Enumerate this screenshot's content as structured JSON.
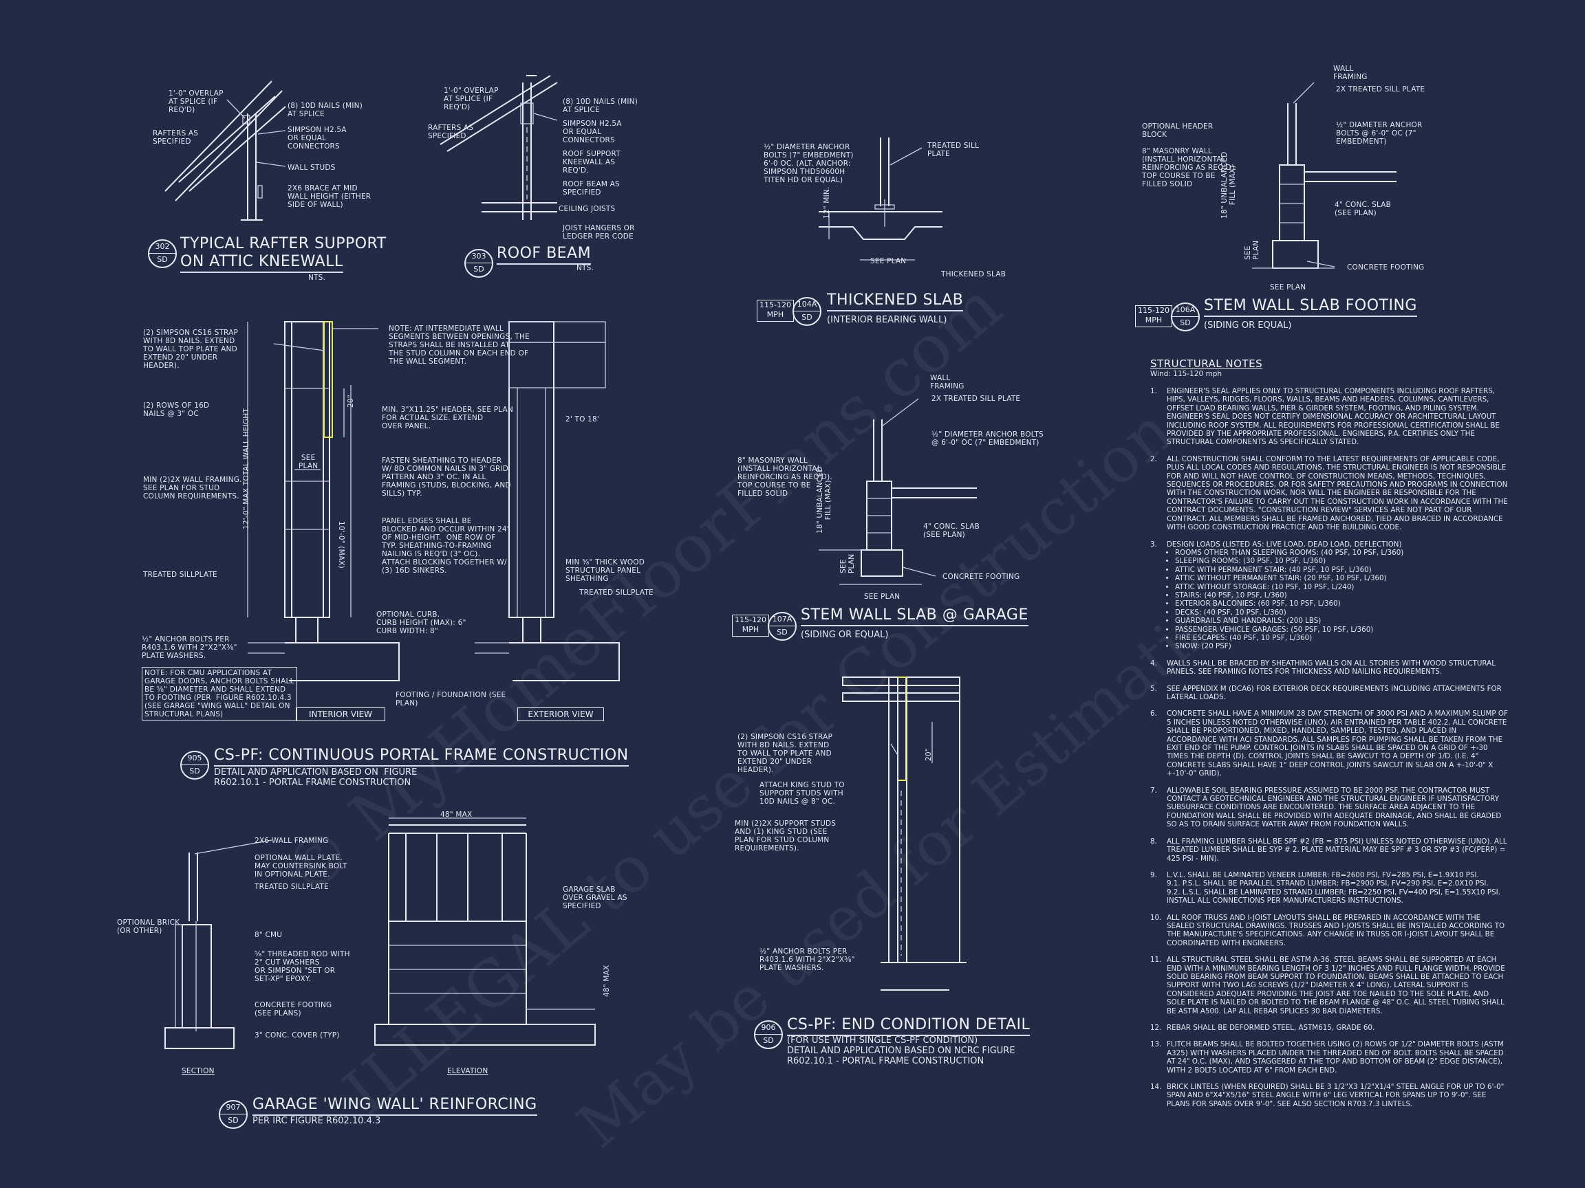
{
  "watermark": {
    "line1": "© MyHomeFloorPlans.com",
    "line2": "ILLEGAL to use for Construction",
    "line3": "May be used for Estimating"
  },
  "d302": {
    "sheet": "302",
    "sub": "SD",
    "title_1": "TYPICAL RAFTER SUPPORT",
    "title_2": "ON ATTIC KNEEWALL",
    "scale": "NTS.",
    "labels": [
      "1'-0\" OVERLAP\nAT SPLICE (IF\nREQ'D)",
      "RAFTERS AS\nSPECIFIED",
      "(8) 10d NAILS (MIN)\nAT SPLICE",
      "SIMPSON H2.5A\nOR EQUAL\nCONNECTORS",
      "WALL STUDS",
      "2x6 BRACE AT MID\nWALL HEIGHT (EITHER\nSIDE OF WALL)"
    ]
  },
  "d303": {
    "sheet": "303",
    "sub": "SD",
    "title": "ROOF BEAM",
    "scale": "NTS.",
    "labels": [
      "1'-0\" OVERLAP\nAT SPLICE (IF\nREQ'D)",
      "RAFTERS AS\nSPECIFIED",
      "(8) 10d NAILS (MIN)\nAT SPLICE",
      "SIMPSON H2.5A\nOR EQUAL\nCONNECTORS",
      "ROOF SUPPORT\nKNEEWALL AS\nREQ'D.",
      "ROOF BEAM AS\nSPECIFIED",
      "CEILING JOISTS",
      "JOIST HANGERS OR\nLEDGER PER CODE"
    ]
  },
  "d104a": {
    "wind": "115-120\nMPH",
    "sheet": "104A",
    "sub": "SD",
    "title": "THICKENED SLAB",
    "subtitle": "(INTERIOR BEARING WALL)",
    "labels": [
      "½\" DIAMETER ANCHOR\nBOLTS (7\" EMBEDMENT)\n6'-0 OC. (ALT. ANCHOR:\nSIMPSON THD50600H\nTITEN HD OR EQUAL)",
      "TREATED SILL\nPLATE",
      "SEE PLAN",
      "THICKENED SLAB",
      "12\" MIN."
    ]
  },
  "d106a": {
    "wind": "115-120\nMPH",
    "sheet": "106A",
    "sub": "SD",
    "title": "STEM WALL SLAB FOOTING",
    "subtitle": "(SIDING OR EQUAL)",
    "labels": [
      "WALL\nFRAMING",
      "2x TREATED SILL PLATE",
      "OPTIONAL HEADER\nBLOCK",
      "½\" DIAMETER ANCHOR\nBOLTS @ 6'-0\" OC (7\"\nEMBEDMENT)",
      "8\" MASONRY WALL\n(INSTALL HORIZONTAL\nREINFORCING AS REQ'D).\nTOP COURSE TO BE\nFILLED SOLID",
      "4\" CONC. SLAB\n(SEE PLAN)",
      "CONCRETE FOOTING",
      "SEE PLAN",
      "18\" UNBALANCED\nFILL (MAX)",
      "SEE\nPLAN"
    ]
  },
  "d107a": {
    "wind": "115-120\nMPH",
    "sheet": "107A",
    "sub": "SD",
    "title": "STEM WALL SLAB @ GARAGE",
    "subtitle": "(SIDING OR EQUAL)",
    "labels": [
      "WALL\nFRAMING",
      "2x TREATED SILL PLATE",
      "½\" DIAMETER ANCHOR BOLTS\n@ 6'-0\" OC (7\" EMBEDMENT)",
      "8\" MASONRY WALL\n(INSTALL HORIZONTAL\nREINFORCING AS REQ'D).\nTOP COURSE TO BE\nFILLED SOLID",
      "4\" CONC. SLAB\n(SEE PLAN)",
      "CONCRETE FOOTING",
      "SEE PLAN",
      "18\" UNBALANCED\nFILL (MAX)",
      "SEE\nPLAN"
    ]
  },
  "d905": {
    "sheet": "905",
    "sub": "SD",
    "title": "CS-PF: CONTINUOUS PORTAL FRAME CONSTRUCTION",
    "sub_1": "DETAIL AND APPLICATION BASED ON  FIGURE",
    "sub_2": "R602.10.1 - PORTAL FRAME CONSTRUCTION",
    "view_interior": "INTERIOR VIEW",
    "view_exterior": "EXTERIOR VIEW",
    "labels": [
      "(2) SIMPSON CS16 STRAP\nWITH 8d NAILS. EXTEND\nTO WALL TOP PLATE AND\nEXTEND 20\" UNDER\nHEADER).",
      "NOTE: AT INTERMEDIATE WALL\nSEGMENTS BETWEEN OPENINGS, THE\nSTRAPS SHALL BE INSTALLED AT\nTHE STUD COLUMN ON EACH END OF\nTHE WALL SEGMENT.",
      "(2) ROWS OF 16d\nNAILS @ 3\" OC",
      "MIN. 3\"x11.25\" HEADER, SEE PLAN\nFOR ACTUAL SIZE. EXTEND\nOVER PANEL.",
      "2' TO 18'",
      "FASTEN SHEATHING TO HEADER\nW/ 8d COMMON NAILS IN 3\" GRID\nPATTERN AND 3\" OC. IN ALL\nFRAMING (STUDS, BLOCKING, AND\nSILLS) TYP.",
      "MIN (2)2X WALL FRAMING.\nSEE PLAN FOR STUD\nCOLUMN REQUIREMENTS.",
      "SEE\nPLAN",
      "12'-0\" MAX TOTAL WALL HEIGHT",
      "10'-0\" (MAX)",
      "20\"",
      "PANEL EDGES SHALL BE\nBLOCKED AND OCCUR WITHIN 24\"\nOF MID-HEIGHT.  ONE ROW OF\nTYP. SHEATHING-TO-FRAMING\nNAILING IS REQ'D (3\" OC).\nATTACH BLOCKING TOGETHER W/\n(3) 16d SINKERS.",
      "MIN ⅜\" THICK WOOD\nSTRUCTURAL PANEL\nSHEATHING",
      "TREATED SILLPLATE",
      "TREATED SILLPLATE",
      "OPTIONAL CURB.\nCURB HEIGHT (MAX): 6\"\nCURB WIDTH: 8\"",
      "½\" ANCHOR BOLTS PER\nR403.1.6 WITH 2\"x2\"x⅜\"\nPLATE WASHERS.",
      "NOTE: FOR CMU APPLICATIONS AT\nGARAGE DOORS, ANCHOR BOLTS SHALL\nBE ⅝\" DIAMETER AND SHALL EXTEND\nTO FOOTING (PER  FIGURE R602.10.4.3\n(SEE GARAGE \"WING WALL\" DETAIL ON\nSTRUCTURAL PLANS)",
      "FOOTING / FOUNDATION (SEE\nPLAN)"
    ]
  },
  "d906": {
    "sheet": "906",
    "sub": "SD",
    "title": "CS-PF: END CONDITION DETAIL",
    "sub_1": "(FOR USE WITH SINGLE CS-PF CONDITION)",
    "sub_2": "DETAIL AND APPLICATION BASED ON NCRC FIGURE",
    "sub_3": "R602.10.1 - PORTAL FRAME CONSTRUCTION",
    "labels": [
      "(2) SIMPSON CS16 STRAP\nWITH 8d NAILS. EXTEND\nTO WALL TOP PLATE AND\nEXTEND 20\" UNDER\nHEADER).",
      "ATTACH KING STUD TO\nSUPPORT STUDS WITH\n10d NAILS @ 8\" OC.",
      "MIN (2)2X SUPPORT STUDS\nAND (1) KING STUD (SEE\nPLAN FOR STUD COLUMN\nREQUIREMENTS).",
      "½\" ANCHOR BOLTS PER\nR403.1.6 WITH 2\"x2\"x⅜\"\nPLATE WASHERS.",
      "20\""
    ]
  },
  "d907": {
    "sheet": "907",
    "sub": "SD",
    "title": "GARAGE 'WING WALL' REINFORCING",
    "subtitle": "PER IRC FIGURE R602.10.4.3",
    "section": "SECTION",
    "elevation": "ELEVATION",
    "labels": [
      "2x6 WALL FRAMING",
      "OPTIONAL WALL PLATE.\nMAY COUNTERSINK BOLT\nIN OPTIONAL PLATE.",
      "TREATED SILLPLATE",
      "OPTIONAL BRICK\n(OR OTHER)",
      "8\" CMU",
      "⅝\" THREADED ROD WITH\n2\" CUT WASHERS\nOR SIMPSON \"SET OR\nSET-XP\" EPOXY.",
      "CONCRETE FOOTING\n(SEE PLANS)",
      "3\" CONC. COVER (TYP)",
      "48\" MAX",
      "GARAGE SLAB\nOVER GRAVEL AS\nSPECIFIED",
      "48\" MAX"
    ]
  },
  "notes": {
    "heading": "STRUCTURAL NOTES",
    "wind": "Wind: 115-120 mph",
    "items": [
      {
        "num": "1.",
        "text": "ENGINEER'S SEAL APPLIES ONLY TO STRUCTURAL COMPONENTS INCLUDING ROOF RAFTERS, HIPS, VALLEYS, RIDGES, FLOORS, WALLS, BEAMS AND HEADERS, COLUMNS, CANTILEVERS, OFFSET LOAD BEARING WALLS, PIER & GIRDER SYSTEM, FOOTING, AND PILING SYSTEM.  ENGINEER'S SEAL DOES NOT CERTIFY DIMENSIONAL ACCURACY OR ARCHITECTURAL LAYOUT INCLUDING ROOF SYSTEM. ALL REQUIREMENTS FOR PROFESSIONAL CERTIFICATION SHALL BE PROVIDED BY THE APPROPRIATE PROFESSIONAL.  ENGINEERS, P.A. CERTIFIES ONLY THE STRUCTURAL COMPONENTS AS SPECIFICALLY STATED."
      },
      {
        "num": "2.",
        "text": "ALL CONSTRUCTION SHALL CONFORM TO THE LATEST REQUIREMENTS OF APPLICABLE CODE, PLUS ALL LOCAL CODES AND REGULATIONS. THE STRUCTURAL ENGINEER IS NOT RESPONSIBLE FOR AND WILL NOT HAVE CONTROL OF CONSTRUCTION MEANS, METHODS, TECHNIQUES, SEQUENCES OR PROCEDURES, OR FOR SAFETY PRECAUTIONS AND PROGRAMS IN CONNECTION WITH THE CONSTRUCTION WORK, NOR WILL THE ENGINEER BE RESPONSIBLE FOR THE CONTRACTOR'S FAILURE TO CARRY OUT THE CONSTRUCTION WORK IN ACCORDANCE WITH THE CONTRACT DOCUMENTS. \"CONSTRUCTION REVIEW\" SERVICES ARE NOT PART OF OUR CONTRACT. ALL MEMBERS SHALL BE FRAMED ANCHORED, TIED AND BRACED IN ACCORDANCE WITH GOOD CONSTRUCTION PRACTICE AND THE BUILDING CODE."
      },
      {
        "num": "3.",
        "text": "DESIGN LOADS (LISTED AS: LIVE LOAD, DEAD LOAD, DEFLECTION)",
        "bullets": [
          "ROOMS OTHER THAN SLEEPING ROOMS: (40 PSF, 10 PSF, L/360)",
          "SLEEPING ROOMS: (30 PSF, 10 PSF, L/360)",
          "ATTIC WITH PERMANENT STAIR: (40 PSF, 10 PSF, L/360)",
          "ATTIC WITHOUT PERMANENT STAIR: (20 PSF, 10 PSF, L/360)",
          "ATTIC WITHOUT STORAGE: (10 PSF, 10 PSF, L/240)",
          "STAIRS: (40 PSF, 10 PSF, L/360)",
          "EXTERIOR BALCONIES: (60 PSF, 10 PSF, L/360)",
          "DECKS: (40 PSF, 10 PSF, L/360)",
          "GUARDRAILS AND HANDRAILS: (200 LBS)",
          "PASSENGER VEHICLE GARAGES: (50 PSF, 10 PSF, L/360)",
          "FIRE ESCAPES: (40 PSF, 10 PSF, L/360)",
          "SNOW: (20 PSF)"
        ]
      },
      {
        "num": "4.",
        "text": "WALLS SHALL BE BRACED BY SHEATHING WALLS ON ALL STORIES WITH WOOD STRUCTURAL PANELS. SEE FRAMING NOTES FOR THICKNESS AND NAILING REQUIREMENTS."
      },
      {
        "num": "5.",
        "text": "SEE APPENDIX M (DCA6) FOR EXTERIOR DECK REQUIREMENTS INCLUDING ATTACHMENTS FOR LATERAL LOADS."
      },
      {
        "num": "6.",
        "text": "CONCRETE SHALL HAVE A MINIMUM 28 DAY STRENGTH OF 3000 PSI AND A MAXIMUM SLUMP OF 5 INCHES UNLESS NOTED OTHERWISE (UNO). AIR ENTRAINED PER TABLE 402.2. ALL CONCRETE SHALL BE PROPORTIONED, MIXED, HANDLED, SAMPLED, TESTED, AND PLACED IN ACCORDANCE WITH ACI STANDARDS. ALL SAMPLES FOR PUMPING SHALL BE TAKEN FROM THE EXIT END OF THE PUMP. CONTROL JOINTS IN SLABS SHALL BE SPACED ON A GRID OF +-30 TIMES THE DEPTH (D). CONTROL JOINTS SHALL BE SAWCUT TO A DEPTH OF 1/D. (I.E. 4\" CONCRETE SLABS SHALL HAVE 1\" DEEP CONTROL JOINTS SAWCUT IN SLAB ON A +-10'-0\" x +-10'-0\" GRID)."
      },
      {
        "num": "7.",
        "text": "ALLOWABLE SOIL BEARING PRESSURE ASSUMED TO BE 2000 PSF. THE CONTRACTOR MUST CONTACT A GEOTECHNICAL ENGINEER AND THE STRUCTURAL ENGINEER IF UNSATISFACTORY SUBSURFACE CONDITIONS ARE ENCOUNTERED. THE SURFACE AREA ADJACENT TO THE FOUNDATION WALL SHALL BE PROVIDED WITH ADEQUATE DRAINAGE, AND SHALL BE GRADED SO AS TO DRAIN SURFACE WATER AWAY FROM FOUNDATION WALLS."
      },
      {
        "num": "8.",
        "text": "ALL FRAMING LUMBER SHALL BE SPF #2 (Fb = 875 PSI) UNLESS NOTED OTHERWISE (UNO). ALL TREATED LUMBER SHALL BE SYP # 2. PLATE MATERIAL MAY BE SPF # 3 OR SYP #3 (Fc(perp) = 425 PSI - MIN)."
      },
      {
        "num": "9.",
        "text": "L.V.L.  SHALL BE LAMINATED VENEER LUMBER: Fb=2600 PSI, Fv=285 PSI, E=1.9x10   PSI.\n9.1.   P.S.L.  SHALL BE PARALLEL STRAND LUMBER: Fb=2900 PSI, Fv=290 PSI, E=2.0x10   PSI.\n9.2.   L.S.L.  SHALL BE LAMINATED STRAND LUMBER: Fb=2250 PSI, Fv=400 PSI, E=1.55x10   PSI.\nINSTALL ALL CONNECTIONS PER MANUFACTURERS INSTRUCTIONS."
      },
      {
        "num": "10.",
        "text": "ALL ROOF TRUSS AND I-JOIST LAYOUTS SHALL BE PREPARED IN ACCORDANCE WITH THE SEALED STRUCTURAL DRAWINGS. TRUSSES AND I-JOISTS SHALL BE INSTALLED ACCORDING TO THE MANUFACTURE'S SPECIFICATIONS. ANY CHANGE IN TRUSS OR I-JOIST LAYOUT SHALL BE COORDINATED WITH  ENGINEERS."
      },
      {
        "num": "11.",
        "text": "ALL STRUCTURAL STEEL SHALL BE ASTM A-36. STEEL BEAMS SHALL BE SUPPORTED AT EACH END WITH A MINIMUM BEARING LENGTH OF 3 1/2\" INCHES AND FULL FLANGE WIDTH. PROVIDE SOLID BEARING FROM BEAM SUPPORT TO FOUNDATION.  BEAMS SHALL BE ATTACHED TO EACH SUPPORT WITH TWO LAG SCREWS (1/2\" DIAMETER x 4\" LONG). LATERAL SUPPORT IS CONSIDERED ADEQUATE PROVIDING THE JOIST ARE TOE NAILED TO THE SOLE PLATE, AND SOLE PLATE IS NAILED OR BOLTED TO THE BEAM FLANGE @ 48\" O.C. ALL STEEL TUBING SHALL BE ASTM A500. LAP ALL REBAR SPLICES 30 BAR DIAMETERS."
      },
      {
        "num": "12.",
        "text": "REBAR SHALL BE DEFORMED STEEL, ASTM615, GRADE 60."
      },
      {
        "num": "13.",
        "text": "FLITCH BEAMS SHALL BE BOLTED TOGETHER USING (2) ROWS OF 1/2\" DIAMETER BOLTS (ASTM A325) WITH WASHERS PLACED UNDER THE THREADED END OF BOLT. BOLTS SHALL BE SPACED AT 24\" O.C. (MAX), AND STAGGERED AT THE TOP AND BOTTOM OF BEAM (2\" EDGE DISTANCE), WITH 2 BOLTS LOCATED AT 6\" FROM EACH END."
      },
      {
        "num": "14.",
        "text": "BRICK LINTELS (WHEN REQUIRED) SHALL BE 3 1/2\"x3 1/2\"x1/4\" STEEL ANGLE FOR UP TO 6'-0\" SPAN AND 6\"x4\"x5/16\" STEEL ANGLE WITH 6\" LEG VERTICAL FOR SPANS UP TO 9'-0\". SEE PLANS FOR SPANS OVER 9'-0\". SEE ALSO SECTION R703.7.3 LINTELS."
      }
    ]
  }
}
